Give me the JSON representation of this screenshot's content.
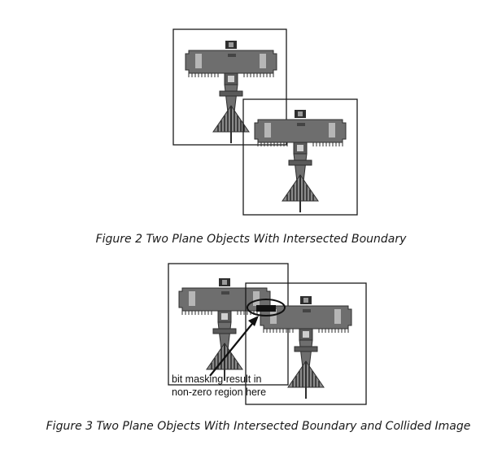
{
  "figure2": {
    "caption": "Figure 2 Two Plane Objects With Intersected Boundary"
  },
  "figure3": {
    "caption": "Figure 3 Two Plane Objects With Intersected Boundary and Collided Image",
    "annotation": {
      "line1": "bit masking result in",
      "line2": "non-zero region here"
    }
  },
  "colors": {
    "plane_fill": "#6e6e6e",
    "plane_dark": "#2e2e2e",
    "plane_light": "#cfcfcf",
    "box_stroke": "#1a1a1a",
    "collision_fill": "#111111"
  }
}
